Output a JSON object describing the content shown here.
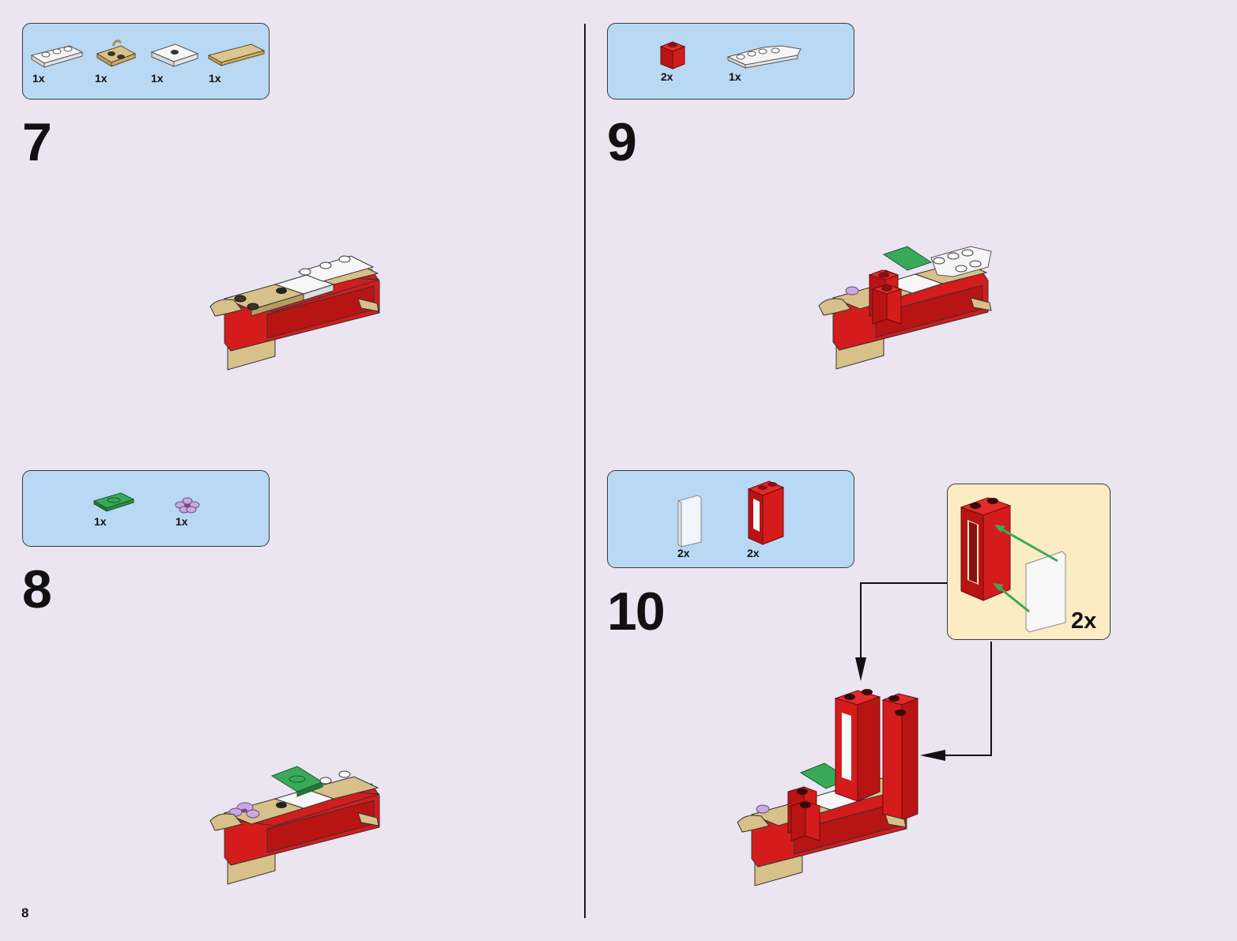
{
  "page_number": "8",
  "steps": [
    {
      "number": "7",
      "parts": [
        {
          "qty": "1x",
          "icon": "white-plate-1x3-icon"
        },
        {
          "qty": "1x",
          "icon": "tan-handle-plate-icon"
        },
        {
          "qty": "1x",
          "icon": "white-jumper-plate-icon"
        },
        {
          "qty": "1x",
          "icon": "tan-tile-icon"
        }
      ]
    },
    {
      "number": "8",
      "parts": [
        {
          "qty": "1x",
          "icon": "green-tile-icon"
        },
        {
          "qty": "1x",
          "icon": "lavender-flower-icon"
        }
      ]
    },
    {
      "number": "9",
      "parts": [
        {
          "qty": "2x",
          "icon": "red-brick-1x1-icon"
        },
        {
          "qty": "1x",
          "icon": "white-wedge-plate-icon"
        }
      ]
    },
    {
      "number": "10",
      "parts": [
        {
          "qty": "2x",
          "icon": "transparent-glass-pane-icon"
        },
        {
          "qty": "2x",
          "icon": "red-window-frame-icon"
        }
      ],
      "callout_qty": "2x"
    }
  ],
  "colors": {
    "background": "#ebe5f1",
    "parts_box": "#b9d8f3",
    "callout": "#fcecc4",
    "red": "#d41c1c",
    "tan": "#d8c08a",
    "green": "#2f9e4f"
  }
}
